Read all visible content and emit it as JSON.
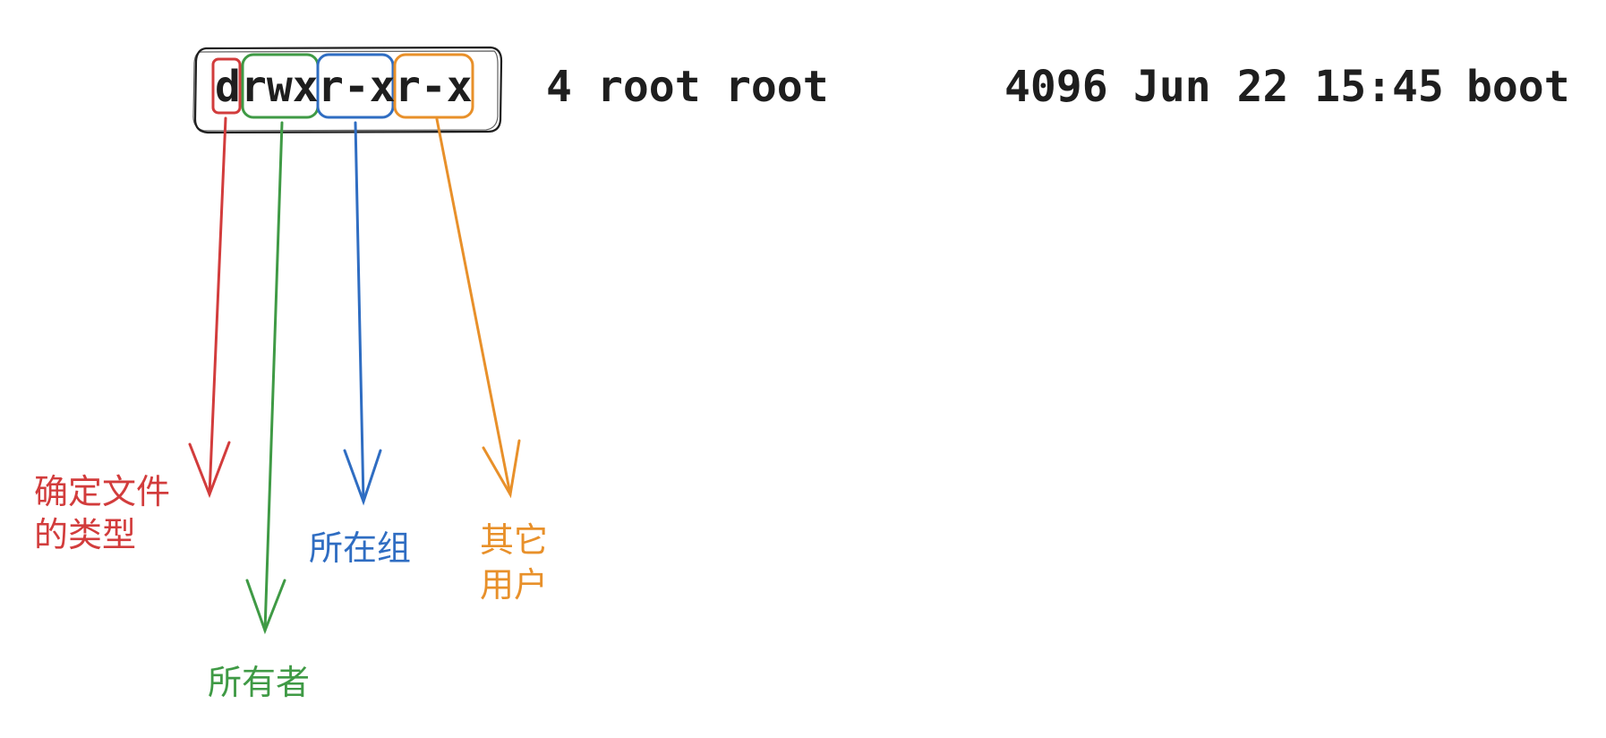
{
  "listing": {
    "type_char": "d",
    "owner_perms": "rwx",
    "group_perms": "r-x",
    "other_perms": "r-x",
    "links": "4",
    "owner": "root",
    "group": "root",
    "size": "4096",
    "date": "Jun 22 15:45",
    "name": "boot"
  },
  "labels": {
    "file_type": [
      "确定文件",
      "的类型"
    ],
    "owner": "所有者",
    "group": "所在组",
    "others": [
      "其它",
      "用户"
    ]
  },
  "colors": {
    "file_type": "#d23c3c",
    "owner": "#3f9a45",
    "group": "#2f6dc2",
    "others": "#e8902a",
    "text": "#1e1e1e"
  }
}
